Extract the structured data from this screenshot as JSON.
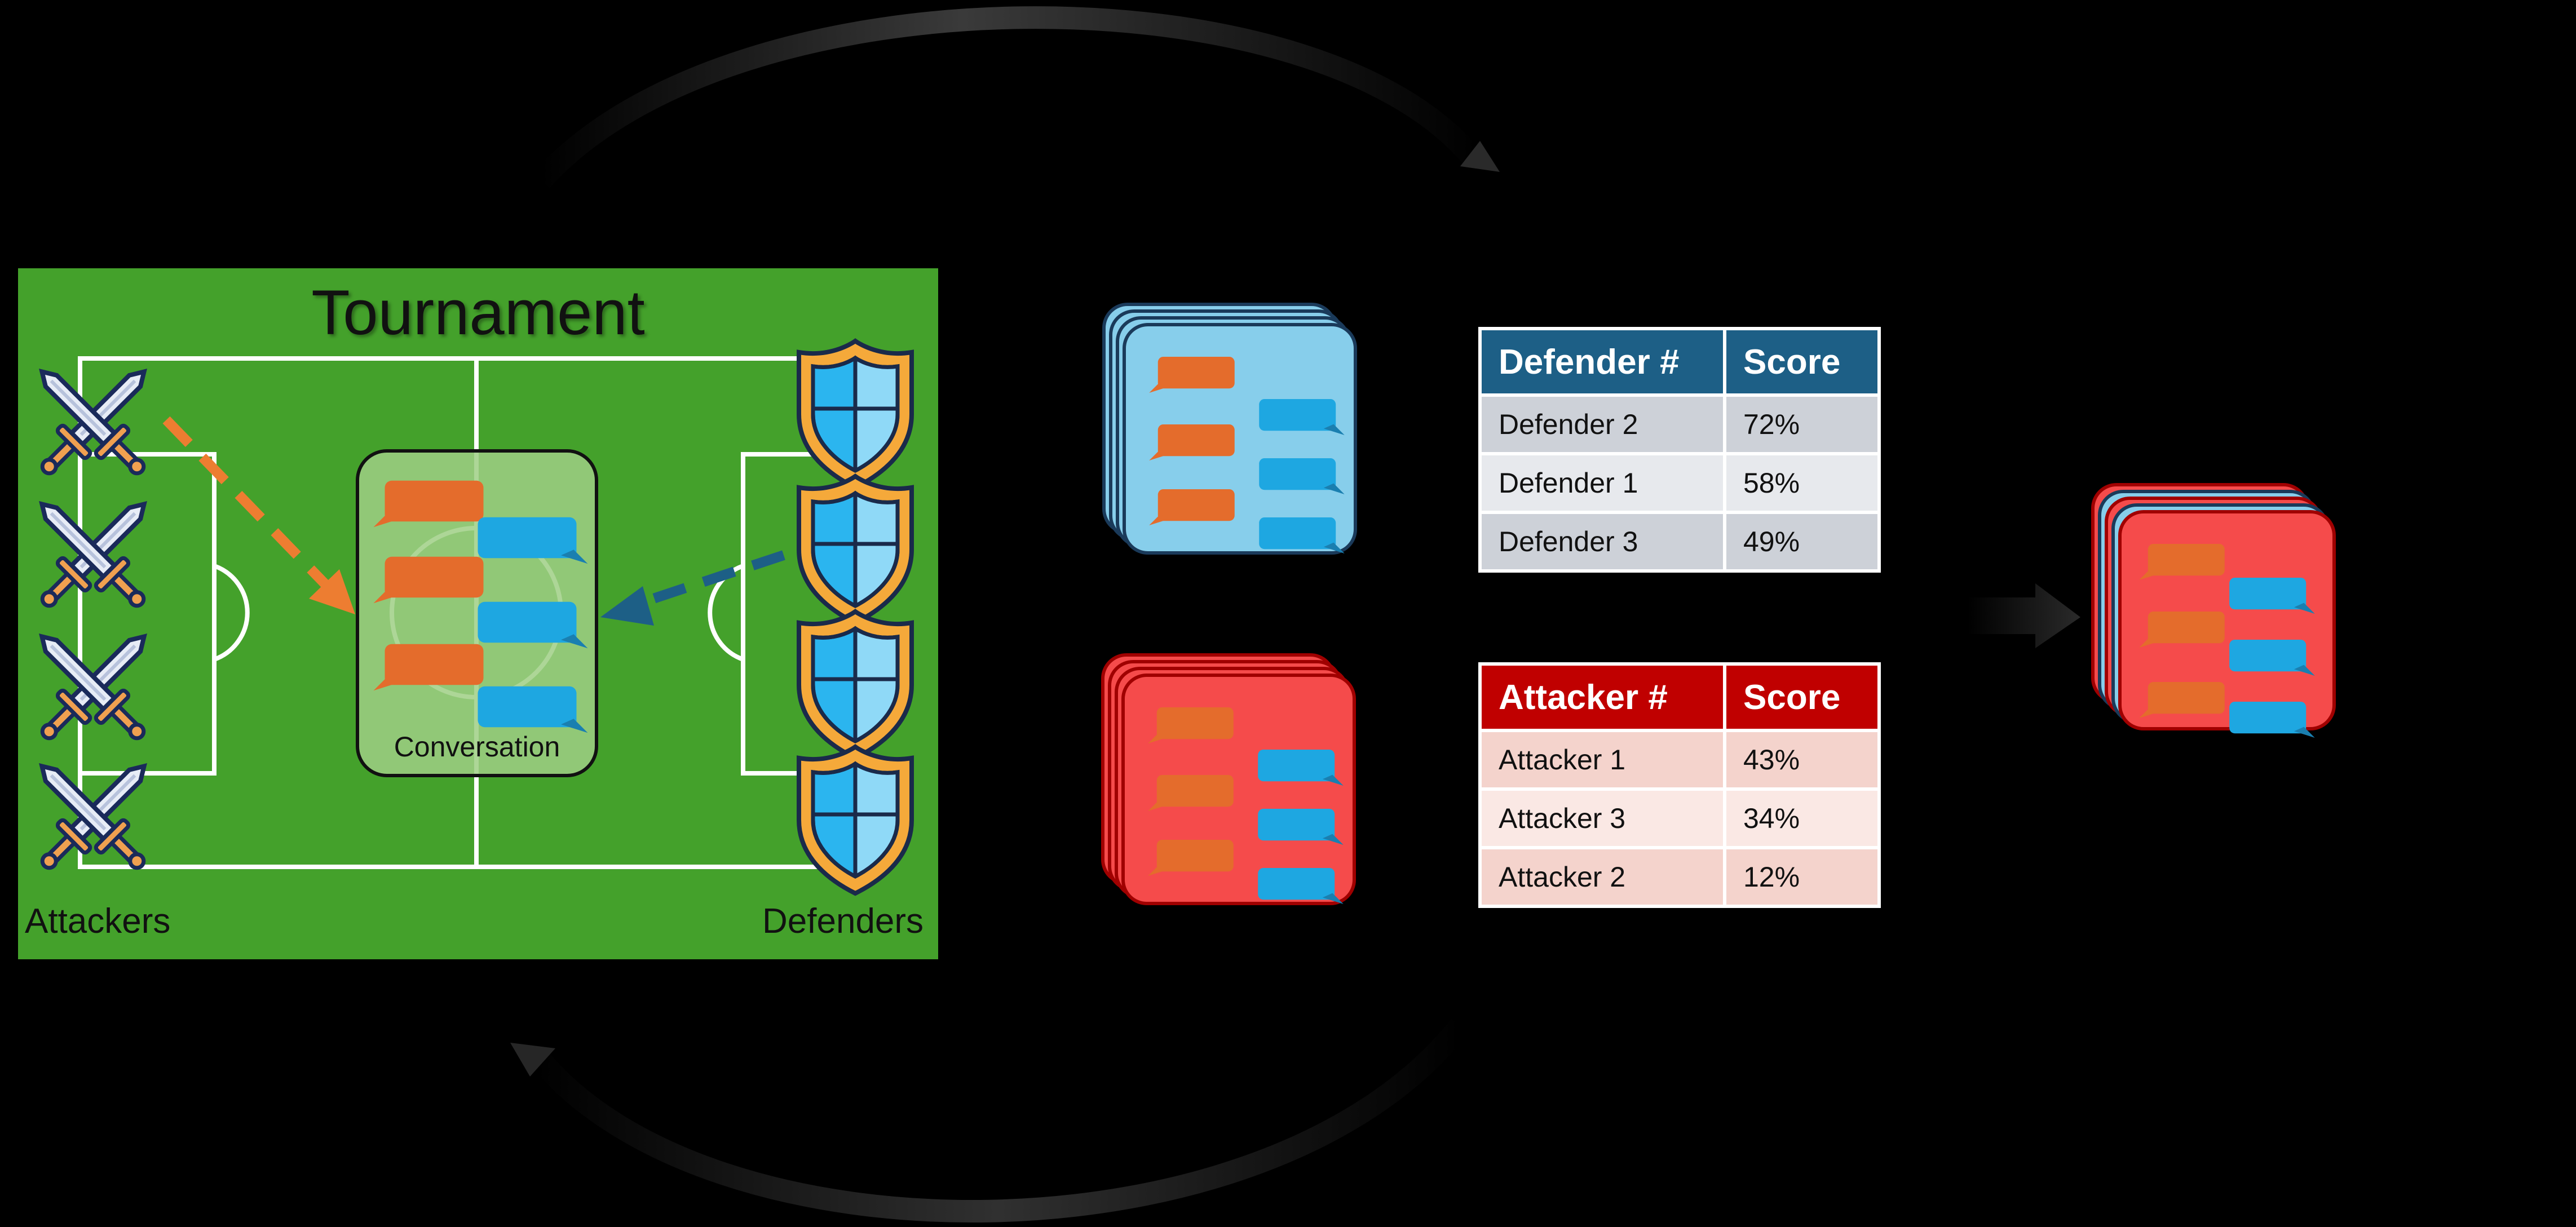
{
  "tournament": {
    "title": "Tournament",
    "conversation_label": "Conversation",
    "attackers_label": "Attackers",
    "defenders_label": "Defenders",
    "field_color": "#44a12b",
    "attacker_arrow_color": "#ed7d31",
    "defender_arrow_color": "#1d5f86"
  },
  "icons": {
    "attacker": "crossed-swords-icon",
    "defender": "shield-icon",
    "chat": "chat-bubble-icon"
  },
  "defender_table": {
    "headers": [
      "Defender #",
      "Score"
    ],
    "rows": [
      {
        "name": "Defender 2",
        "score": "72%"
      },
      {
        "name": "Defender 1",
        "score": "58%"
      },
      {
        "name": "Defender 3",
        "score": "49%"
      }
    ],
    "header_color": "#1d5f86"
  },
  "attacker_table": {
    "headers": [
      "Attacker #",
      "Score"
    ],
    "rows": [
      {
        "name": "Attacker 1",
        "score": "43%"
      },
      {
        "name": "Attacker 3",
        "score": "34%"
      },
      {
        "name": "Attacker 2",
        "score": "12%"
      }
    ],
    "header_color": "#c00000"
  },
  "colors": {
    "defender_stack": "#87ceeb",
    "attacker_stack": "#f54b4b",
    "orange_bubble": "#e46c2c",
    "blue_bubble": "#1ea7e1"
  }
}
